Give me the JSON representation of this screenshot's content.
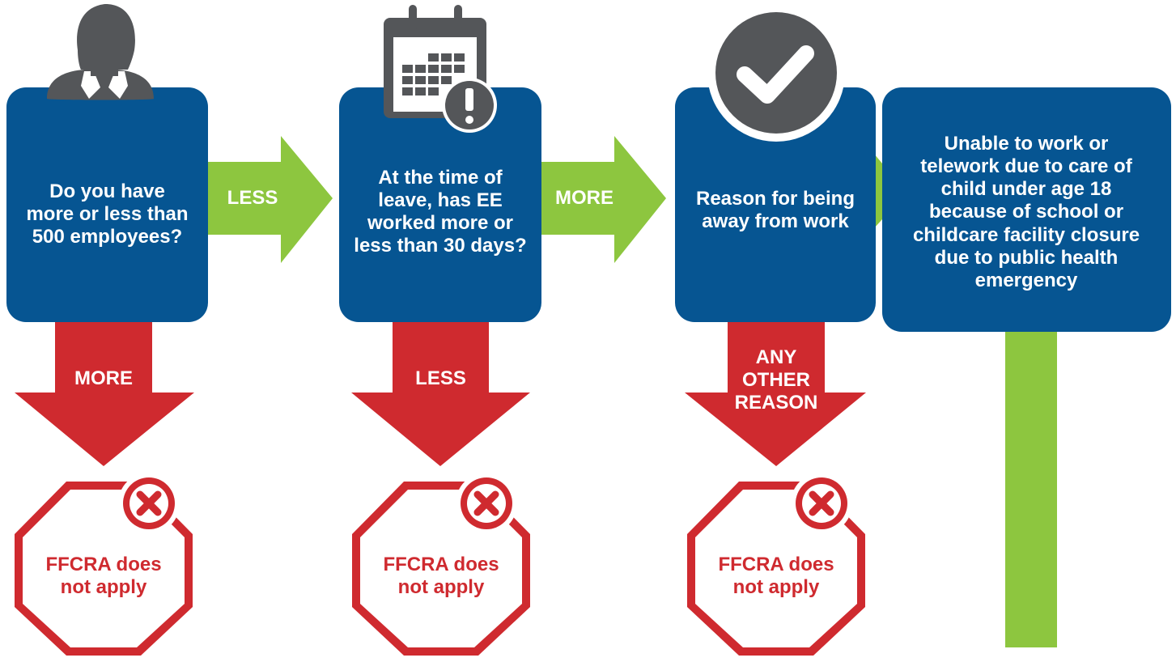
{
  "colors": {
    "box_blue": "#065592",
    "arrow_green": "#8dc63f",
    "arrow_red": "#cf2a2f",
    "icon_gray": "#545659",
    "stop_outline": "#cf2a2f"
  },
  "steps": [
    {
      "icon": "person-icon",
      "question": "Do you have more or less than 500 employees?",
      "right_arrow_label": "LESS",
      "down_arrow_label": "MORE",
      "stop_text": "FFCRA does not apply"
    },
    {
      "icon": "calendar-alert-icon",
      "question": "At the time of leave, has EE worked more or less than 30 days?",
      "right_arrow_label": "MORE",
      "down_arrow_label": "LESS",
      "stop_text": "FFCRA does not apply"
    },
    {
      "icon": "checkmark-icon",
      "question": "Reason for being away from work",
      "right_arrow_label": "",
      "down_arrow_label": "ANY OTHER REASON",
      "stop_text": "FFCRA does not apply"
    },
    {
      "icon": "",
      "question": "Unable to work or telework due to care of child under age 18 because of school or childcare facility closure due to public health emergency"
    }
  ]
}
